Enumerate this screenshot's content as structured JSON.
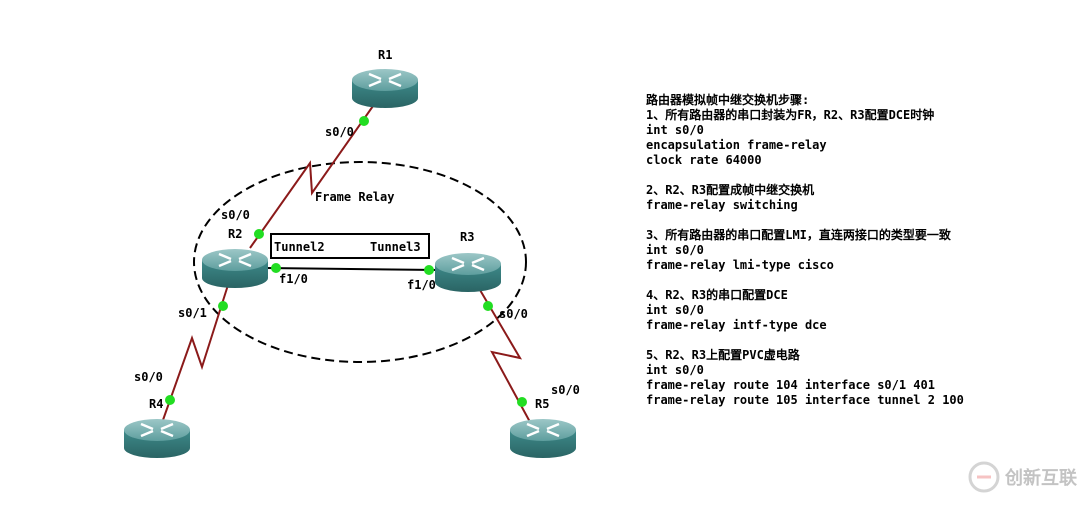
{
  "routers": {
    "r1": "R1",
    "r2": "R2",
    "r3": "R3",
    "r4": "R4",
    "r5": "R5"
  },
  "interfaces": {
    "r1_s00": "s0/0",
    "r2_s00": "s0/0",
    "r2_s01": "s0/1",
    "r2_f10": "f1/0",
    "r3_f10": "f1/0",
    "r3_s00": "s0/0",
    "r4_s00": "s0/0",
    "r5_s00": "s0/0"
  },
  "cloud_label": "Frame Relay",
  "tunnel": {
    "left": "Tunnel2",
    "right": "Tunnel3"
  },
  "steps": [
    "路由器模拟帧中继交换机步骤:",
    "1、所有路由器的串口封装为FR，R2、R3配置DCE时钟",
    "int s0/0",
    "encapsulation frame-relay",
    "clock rate 64000",
    "",
    "2、R2、R3配置成帧中继交换机",
    "frame-relay switching",
    "",
    "3、所有路由器的串口配置LMI，直连两接口的类型要一致",
    "int s0/0",
    "frame-relay lmi-type cisco",
    "",
    "4、R2、R3的串口配置DCE",
    "int s0/0",
    "frame-relay intf-type dce",
    "",
    "5、R2、R3上配置PVC虚电路",
    "int s0/0",
    "frame-relay route 104 interface s0/1 401",
    "frame-relay route 105 interface tunnel 2 100"
  ],
  "watermark": "创新互联",
  "colors": {
    "serial": "#8b1a1a",
    "dot": "#22dd22",
    "router": "#3f8f8f"
  }
}
